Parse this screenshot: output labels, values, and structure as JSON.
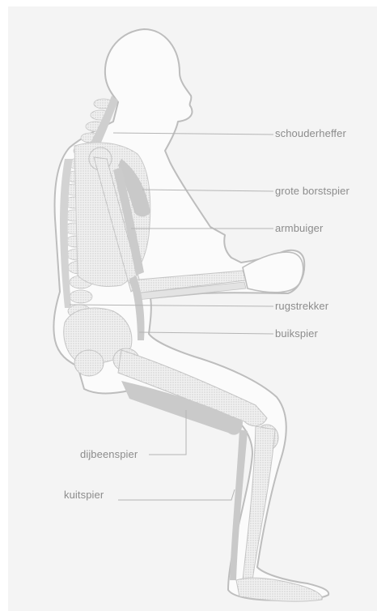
{
  "labels": {
    "schouderheffer": "schouderheffer",
    "grote_borstspier": "grote borstspier",
    "armbuiger": "armbuiger",
    "rugstrekker": "rugstrekker",
    "buikspier": "buikspier",
    "dijbeenspier": "dijbeenspier",
    "kuitspier": "kuitspier"
  },
  "colors": {
    "panel": "#f4f4f4",
    "outline": "#bdbdbd",
    "bone": "#d9d9d9",
    "muscle": "#cfcfcf",
    "leader": "#b5b5b5",
    "label_text": "#8c8c8c"
  }
}
